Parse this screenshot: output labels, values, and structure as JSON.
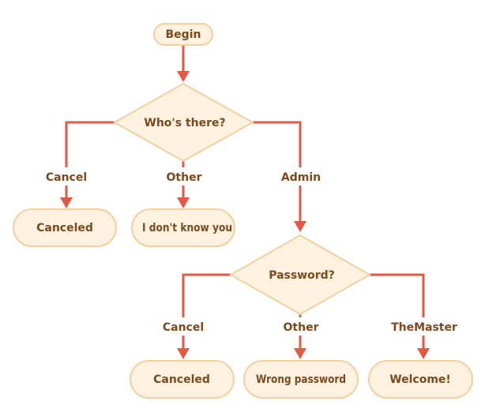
{
  "nodes": {
    "begin": "Begin",
    "whos_there": "Who's there?",
    "canceled_1": "Canceled",
    "dont_know": "I don't know you",
    "password": "Password?",
    "canceled_2": "Canceled",
    "wrong_password": "Wrong password",
    "welcome": "Welcome!"
  },
  "edges": {
    "cancel_1": "Cancel",
    "other_1": "Other",
    "admin": "Admin",
    "cancel_2": "Cancel",
    "other_2": "Other",
    "themaster": "TheMaster"
  },
  "colors": {
    "node_fill": "#fdf1e0",
    "node_stroke": "#f2cf9f",
    "edge": "#e05a45",
    "text": "#7a4a1e"
  }
}
